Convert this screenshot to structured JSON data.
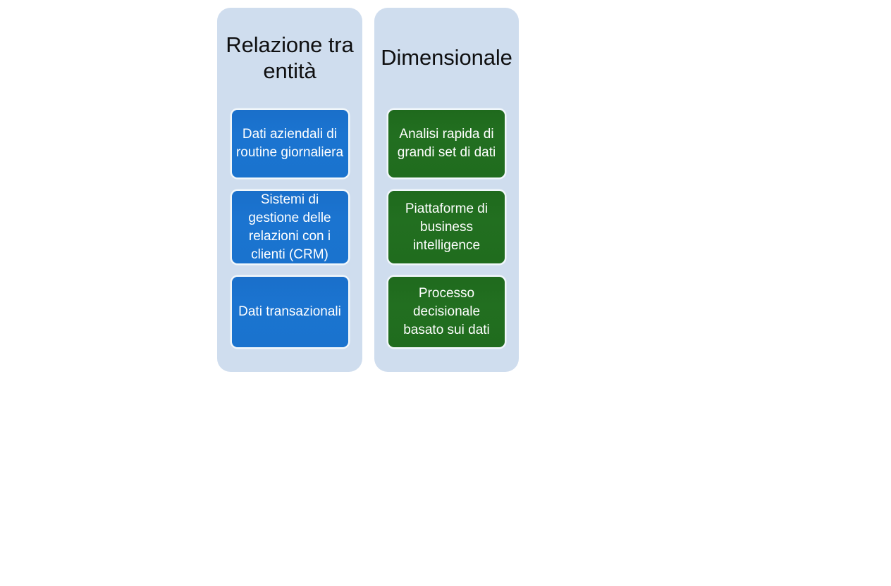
{
  "diagram": {
    "title": "",
    "columns": [
      {
        "id": "relazione-tra-entita",
        "title": "Relazione tra entità",
        "panel_color": "#cfddee",
        "item_color": "#1b74d0",
        "items": [
          {
            "label": "Dati aziendali di routine giornaliera"
          },
          {
            "label": "Sistemi di gestione delle relazioni con i clienti (CRM)"
          },
          {
            "label": "Dati transazionali"
          }
        ]
      },
      {
        "id": "dimensionale",
        "title": "Dimensionale",
        "panel_color": "#cfddee",
        "item_color": "#226f20",
        "items": [
          {
            "label": "Analisi rapida di grandi set di dati"
          },
          {
            "label": "Piattaforme di business intelligence"
          },
          {
            "label": "Processo decisionale basato sui dati"
          }
        ]
      }
    ]
  }
}
